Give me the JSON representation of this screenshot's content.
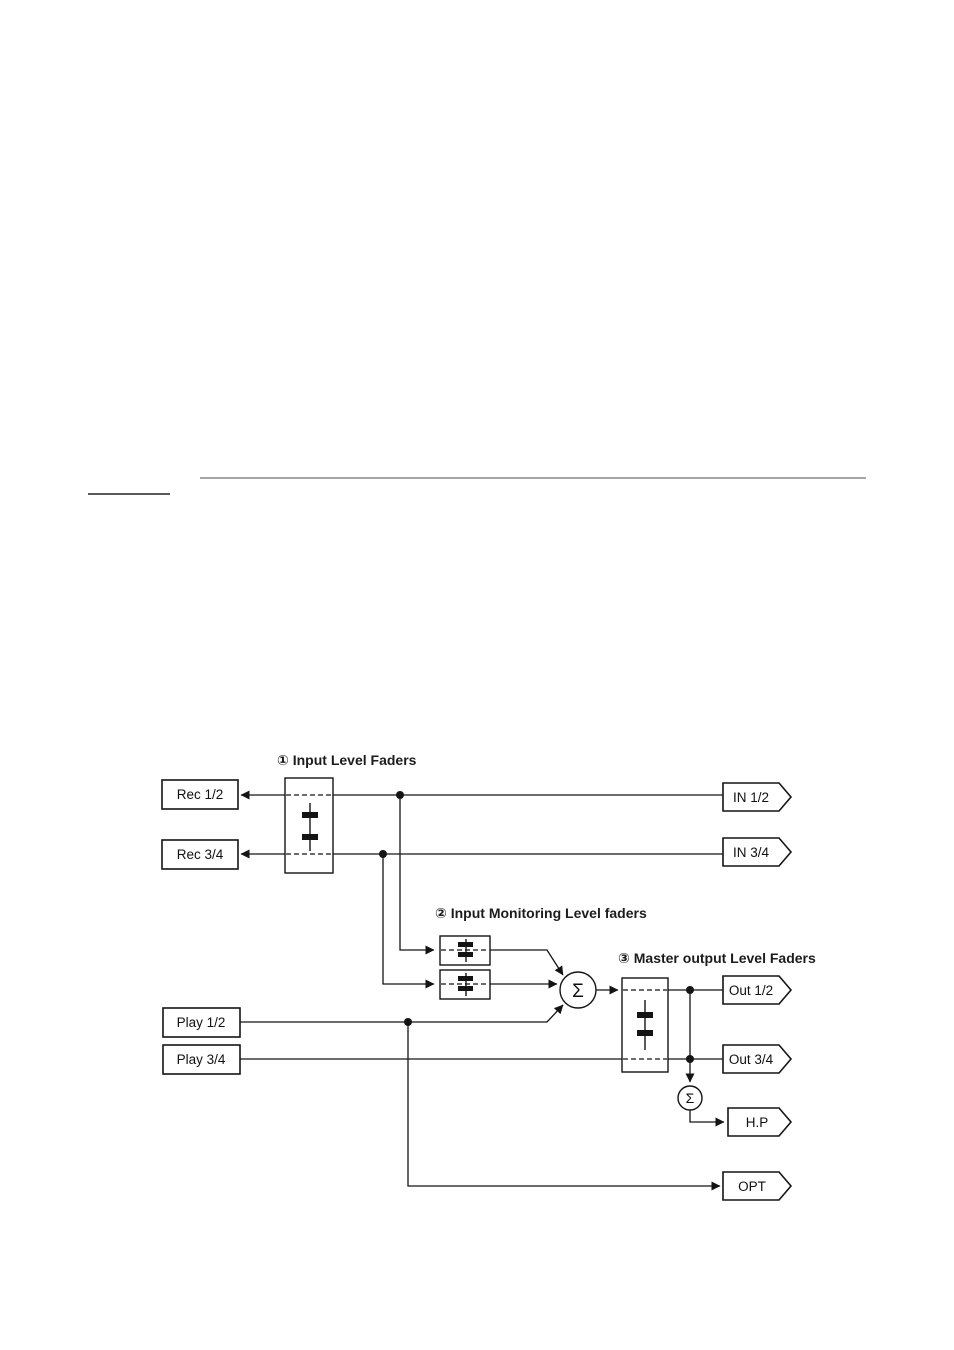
{
  "diagram": {
    "section_labels": {
      "input_faders": "① Input Level Faders",
      "monitoring_faders": "② Input Monitoring Level faders",
      "master_faders": "③ Master output Level Faders"
    },
    "sources": {
      "in12": "IN 1/2",
      "in34": "IN 3/4",
      "play12": "Play 1/2",
      "play34": "Play 3/4"
    },
    "destinations": {
      "rec12": "Rec 1/2",
      "rec34": "Rec 3/4",
      "out12": "Out 1/2",
      "out34": "Out 3/4",
      "hp": "H.P",
      "opt": "OPT"
    },
    "operators": {
      "sum_main": "Σ",
      "sum_hp": "Σ"
    }
  }
}
